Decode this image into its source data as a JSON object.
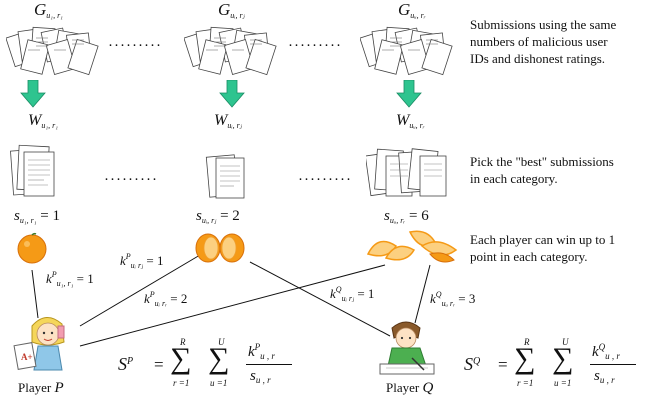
{
  "top_groups": [
    {
      "base": "G",
      "sub": "u₁, r₁"
    },
    {
      "base": "G",
      "sub": "uᵢ, rⱼ"
    },
    {
      "base": "G",
      "sub": "uᵤ, rᵣ"
    }
  ],
  "winners": [
    {
      "base": "W",
      "sub": "u₁, r₁"
    },
    {
      "base": "W",
      "sub": "uᵢ, rⱼ"
    },
    {
      "base": "W",
      "sub": "uᵤ, rᵣ"
    }
  ],
  "counts": [
    {
      "base": "s",
      "sub": "u₁, r₁",
      "value": "= 1"
    },
    {
      "base": "s",
      "sub": "uᵢ, rⱼ",
      "value": "= 2"
    },
    {
      "base": "s",
      "sub": "uᵤ, rᵣ",
      "value": "= 6"
    }
  ],
  "dots": "·········",
  "notes": {
    "submissions": [
      "Submissions using the same",
      "numbers of malicious user",
      "IDs and dishonest ratings."
    ],
    "pick": [
      "Pick the \"best\" submissions",
      "in each category."
    ],
    "each_player": [
      "Each player can win up to 1",
      "point in each category."
    ]
  },
  "edges": [
    {
      "base": "k",
      "sup": "P",
      "sub": "u₁, r₁",
      "value": "= 1"
    },
    {
      "base": "k",
      "sup": "P",
      "sub": "uᵢ rⱼ",
      "value": "= 1"
    },
    {
      "base": "k",
      "sup": "P",
      "sub": "uᵢ rᵣ",
      "value": "= 2"
    },
    {
      "base": "k",
      "sup": "Q",
      "sub": "uᵢ rⱼ",
      "value": "= 1"
    },
    {
      "base": "k",
      "sup": "Q",
      "sub": "uᵤ rᵣ",
      "value": "= 3"
    }
  ],
  "players": [
    {
      "label": "Player",
      "name": "P"
    },
    {
      "label": "Player",
      "name": "Q"
    }
  ],
  "scores": [
    {
      "lhs": "S",
      "sup": "P",
      "eq": "=",
      "sum1_top": "R",
      "sum1_bot": "r =1",
      "sum2_top": "U",
      "sum2_bot": "u =1",
      "num": "k",
      "num_sup": "P",
      "num_sub": "u , r",
      "den": "s",
      "den_sub": "u , r"
    },
    {
      "lhs": "S",
      "sup": "Q",
      "eq": "=",
      "sum1_top": "R",
      "sum1_bot": "r =1",
      "sum2_top": "U",
      "sum2_bot": "u =1",
      "num": "k",
      "num_sup": "Q",
      "num_sub": "u , r",
      "den": "s",
      "den_sub": "u , r"
    }
  ],
  "colors": {
    "arrow": "#2ec48f",
    "orange": "#f59a16",
    "orange_dark": "#d8700a"
  }
}
